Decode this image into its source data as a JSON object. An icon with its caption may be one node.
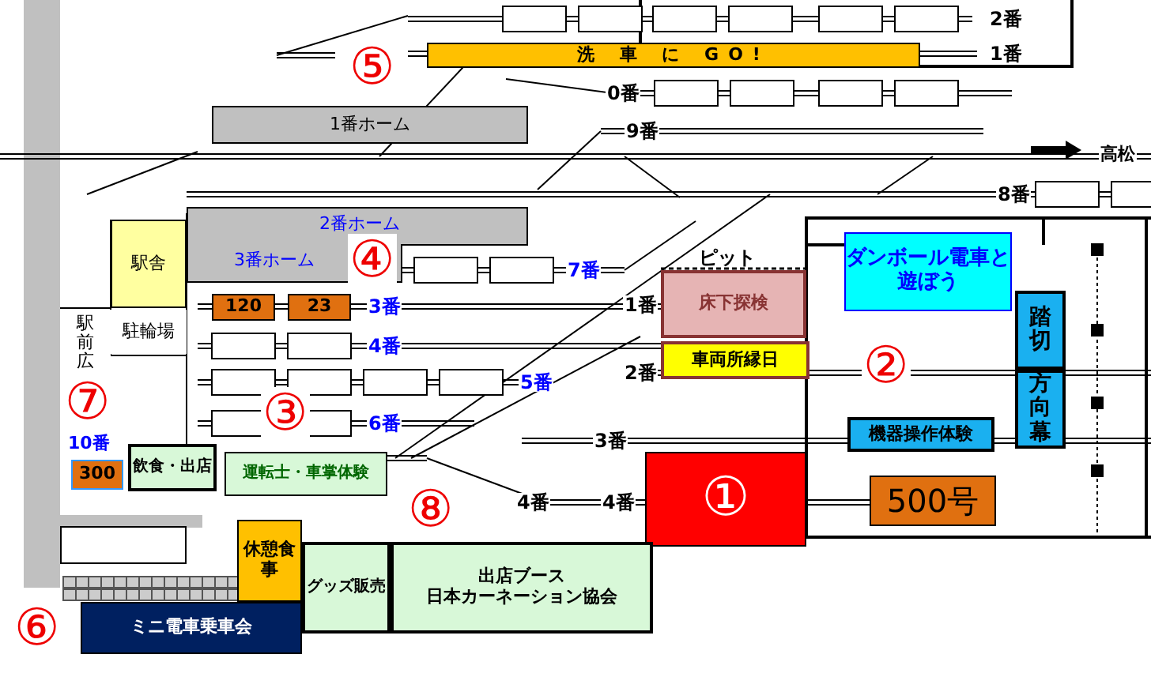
{
  "diagram": {
    "nodes": [
      {
        "text": [
          "洗 車 に GO!"
        ]
      },
      {
        "text": [
          "1番ホーム"
        ]
      },
      {
        "text": [
          "2番ホーム",
          "3番ホーム"
        ]
      },
      {
        "text": [
          "駅舎"
        ]
      },
      {
        "text": [
          "駅前広"
        ]
      },
      {
        "text": [
          "駐輪場"
        ]
      },
      {
        "text": [
          "120"
        ]
      },
      {
        "text": [
          "23"
        ]
      },
      {
        "text": [
          "300"
        ]
      },
      {
        "text": [
          "飲食・出店"
        ]
      },
      {
        "text": [
          "運転士・車掌体験"
        ]
      },
      {
        "text": [
          "床下探検"
        ]
      },
      {
        "text": [
          "車両所縁日"
        ]
      },
      {
        "text": [
          "ダンボール電車と遊ぼう"
        ]
      },
      {
        "text": [
          "踏切"
        ]
      },
      {
        "text": [
          "方向幕"
        ]
      },
      {
        "text": [
          "機器操作体験"
        ]
      },
      {
        "text": [
          "①"
        ]
      },
      {
        "text": [
          "500号"
        ]
      },
      {
        "text": [],
        "shape": "box"
      },
      {
        "text": [
          "休憩食事"
        ]
      },
      {
        "text": [
          "グッズ販売"
        ]
      },
      {
        "text": [
          "出店ブース",
          "日本カーネーション協会"
        ]
      },
      {
        "text": [
          "ミニ電車乗車会"
        ]
      }
    ],
    "labels": [
      "2番",
      "⑤",
      "1番",
      "0番",
      "9番",
      "高松",
      "8番",
      "ピット",
      "④",
      "7番",
      "3番",
      "1番",
      "4番",
      "②",
      "2番",
      "5番",
      "⑦",
      "③",
      "6番",
      "10番",
      "3番",
      "4番",
      "⑧",
      "4番",
      "⑥"
    ]
  }
}
